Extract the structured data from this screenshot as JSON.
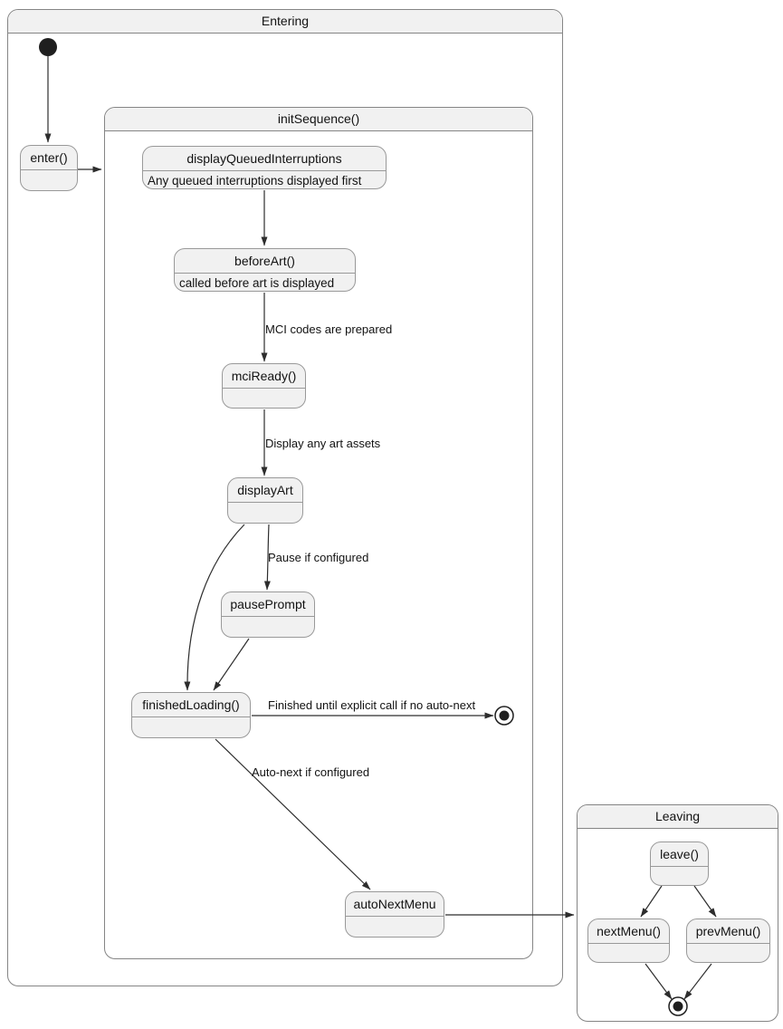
{
  "diagram": {
    "type": "uml-state-diagram",
    "containers": {
      "entering": {
        "title": "Entering"
      },
      "init_sequence": {
        "title": "initSequence()"
      },
      "leaving": {
        "title": "Leaving"
      }
    },
    "states": {
      "enter": {
        "label": "enter()"
      },
      "display_queued_interruptions": {
        "label": "displayQueuedInterruptions",
        "description": "Any queued interruptions displayed first"
      },
      "before_art": {
        "label": "beforeArt()",
        "description": "called before art is displayed"
      },
      "mci_ready": {
        "label": "mciReady()"
      },
      "display_art": {
        "label": "displayArt"
      },
      "pause_prompt": {
        "label": "pausePrompt"
      },
      "finished_loading": {
        "label": "finishedLoading()"
      },
      "auto_next_menu": {
        "label": "autoNextMenu"
      },
      "leave": {
        "label": "leave()"
      },
      "next_menu": {
        "label": "nextMenu()"
      },
      "prev_menu": {
        "label": "prevMenu()"
      }
    },
    "edge_labels": {
      "mci_codes_prepared": "MCI codes are prepared",
      "display_art_assets": "Display any art assets",
      "pause_if_configured": "Pause if configured",
      "finished_no_autonext": "Finished until explicit call if no auto-next",
      "auto_next_if_configured": "Auto-next if configured"
    },
    "transitions": [
      {
        "from": "initial",
        "to": "enter()",
        "label": ""
      },
      {
        "from": "enter()",
        "to": "initSequence()",
        "label": ""
      },
      {
        "from": "displayQueuedInterruptions",
        "to": "beforeArt()",
        "label": ""
      },
      {
        "from": "beforeArt()",
        "to": "mciReady()",
        "label": "MCI codes are prepared"
      },
      {
        "from": "mciReady()",
        "to": "displayArt",
        "label": "Display any art assets"
      },
      {
        "from": "displayArt",
        "to": "pausePrompt",
        "label": "Pause if configured"
      },
      {
        "from": "displayArt",
        "to": "finishedLoading()",
        "label": ""
      },
      {
        "from": "pausePrompt",
        "to": "finishedLoading()",
        "label": ""
      },
      {
        "from": "finishedLoading()",
        "to": "final",
        "label": "Finished until explicit call if no auto-next"
      },
      {
        "from": "finishedLoading()",
        "to": "autoNextMenu",
        "label": "Auto-next if configured"
      },
      {
        "from": "autoNextMenu",
        "to": "Leaving",
        "label": ""
      },
      {
        "from": "leave()",
        "to": "nextMenu()",
        "label": ""
      },
      {
        "from": "leave()",
        "to": "prevMenu()",
        "label": ""
      },
      {
        "from": "nextMenu()",
        "to": "final",
        "label": ""
      },
      {
        "from": "prevMenu()",
        "to": "final",
        "label": ""
      }
    ],
    "colors": {
      "background": "#ffffff",
      "state_fill": "#f1f1f1",
      "state_border": "#999999",
      "container_border": "#858585",
      "arrow": "#2d2d2d",
      "text": "#121212"
    }
  }
}
